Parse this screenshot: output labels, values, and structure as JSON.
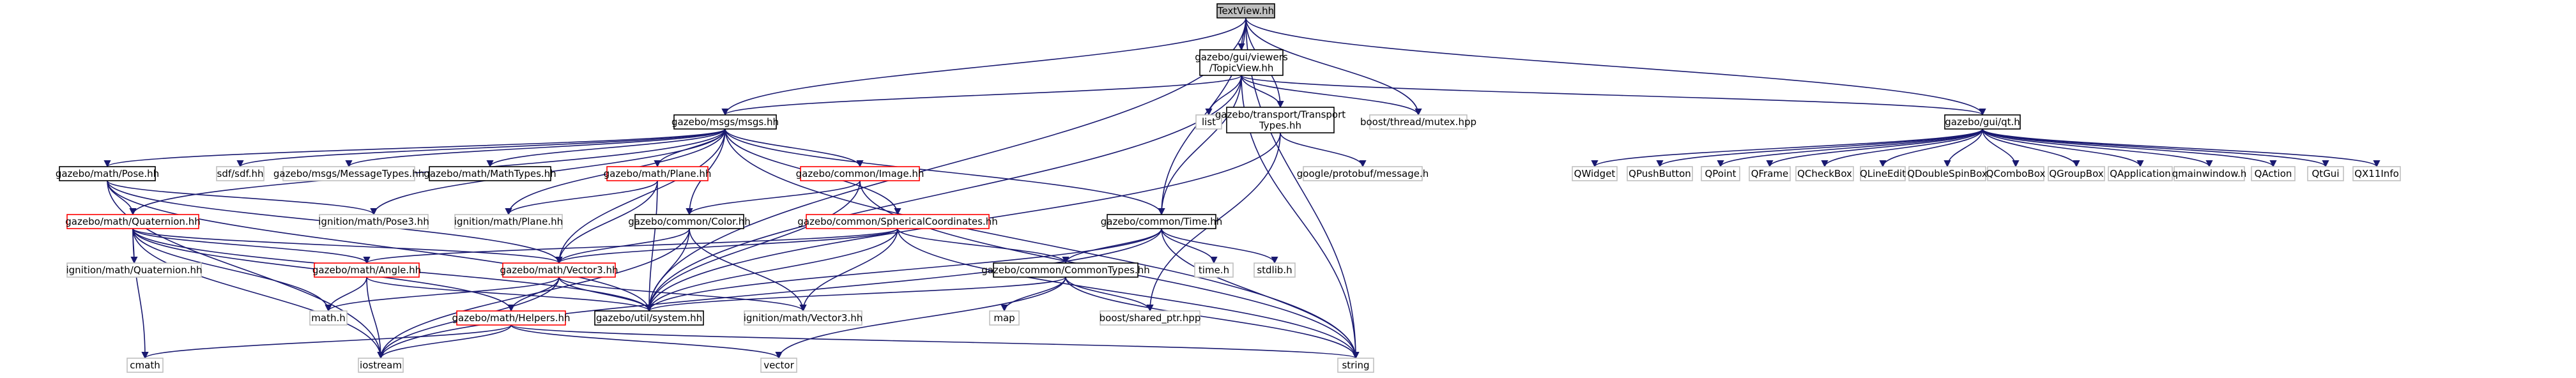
{
  "diagram": {
    "colors": {
      "edge": "#191970",
      "root_fill": "#bfbfbf",
      "linked_border": "#000000",
      "missing_border": "#ff0000",
      "external_border": "#bfbfbf"
    },
    "nodes": [
      {
        "id": "textview",
        "lines": [
          "TextView.hh"
        ],
        "style": "root"
      },
      {
        "id": "topicview",
        "lines": [
          "gazebo/gui/viewers",
          "/TopicView.hh"
        ],
        "style": "black"
      },
      {
        "id": "msgs",
        "lines": [
          "gazebo/msgs/msgs.hh"
        ],
        "style": "black"
      },
      {
        "id": "list",
        "lines": [
          "list"
        ],
        "style": "gray"
      },
      {
        "id": "transport",
        "lines": [
          "gazebo/transport/Transport",
          "Types.hh"
        ],
        "style": "black"
      },
      {
        "id": "mutex",
        "lines": [
          "boost/thread/mutex.hpp"
        ],
        "style": "gray"
      },
      {
        "id": "qt",
        "lines": [
          "gazebo/gui/qt.h"
        ],
        "style": "black"
      },
      {
        "id": "pose",
        "lines": [
          "gazebo/math/Pose.hh"
        ],
        "style": "black"
      },
      {
        "id": "sdf",
        "lines": [
          "sdf/sdf.hh"
        ],
        "style": "gray"
      },
      {
        "id": "messagetypes",
        "lines": [
          "gazebo/msgs/MessageTypes.hh"
        ],
        "style": "gray"
      },
      {
        "id": "mathtypes",
        "lines": [
          "gazebo/math/MathTypes.hh"
        ],
        "style": "black"
      },
      {
        "id": "plane",
        "lines": [
          "gazebo/math/Plane.hh"
        ],
        "style": "red"
      },
      {
        "id": "image",
        "lines": [
          "gazebo/common/Image.hh"
        ],
        "style": "red"
      },
      {
        "id": "protobuf",
        "lines": [
          "google/protobuf/message.h"
        ],
        "style": "gray"
      },
      {
        "id": "qwidget",
        "lines": [
          "QWidget"
        ],
        "style": "gray"
      },
      {
        "id": "qpushbutton",
        "lines": [
          "QPushButton"
        ],
        "style": "gray"
      },
      {
        "id": "qpoint",
        "lines": [
          "QPoint"
        ],
        "style": "gray"
      },
      {
        "id": "qframe",
        "lines": [
          "QFrame"
        ],
        "style": "gray"
      },
      {
        "id": "qcheckbox",
        "lines": [
          "QCheckBox"
        ],
        "style": "gray"
      },
      {
        "id": "qlineedit",
        "lines": [
          "QLineEdit"
        ],
        "style": "gray"
      },
      {
        "id": "qdoublespinbox",
        "lines": [
          "QDoubleSpinBox"
        ],
        "style": "gray"
      },
      {
        "id": "qcombobox",
        "lines": [
          "QComboBox"
        ],
        "style": "gray"
      },
      {
        "id": "qgroupbox",
        "lines": [
          "QGroupBox"
        ],
        "style": "gray"
      },
      {
        "id": "qapplication",
        "lines": [
          "QApplication"
        ],
        "style": "gray"
      },
      {
        "id": "qmainwindow",
        "lines": [
          "qmainwindow.h"
        ],
        "style": "gray"
      },
      {
        "id": "qaction",
        "lines": [
          "QAction"
        ],
        "style": "gray"
      },
      {
        "id": "qtgui",
        "lines": [
          "QtGui"
        ],
        "style": "gray"
      },
      {
        "id": "qx11info",
        "lines": [
          "QX11Info"
        ],
        "style": "gray"
      },
      {
        "id": "quaternion",
        "lines": [
          "gazebo/math/Quaternion.hh"
        ],
        "style": "red"
      },
      {
        "id": "ignpose3",
        "lines": [
          "ignition/math/Pose3.hh"
        ],
        "style": "gray"
      },
      {
        "id": "ignplane",
        "lines": [
          "ignition/math/Plane.hh"
        ],
        "style": "gray"
      },
      {
        "id": "color",
        "lines": [
          "gazebo/common/Color.hh"
        ],
        "style": "black"
      },
      {
        "id": "spherical",
        "lines": [
          "gazebo/common/SphericalCoordinates.hh"
        ],
        "style": "red"
      },
      {
        "id": "time",
        "lines": [
          "gazebo/common/Time.hh"
        ],
        "style": "black"
      },
      {
        "id": "ignquaternion",
        "lines": [
          "ignition/math/Quaternion.hh"
        ],
        "style": "gray"
      },
      {
        "id": "angle",
        "lines": [
          "gazebo/math/Angle.hh"
        ],
        "style": "red"
      },
      {
        "id": "vector3",
        "lines": [
          "gazebo/math/Vector3.hh"
        ],
        "style": "red"
      },
      {
        "id": "commontypes",
        "lines": [
          "gazebo/common/CommonTypes.hh"
        ],
        "style": "black"
      },
      {
        "id": "timeh",
        "lines": [
          "time.h"
        ],
        "style": "gray"
      },
      {
        "id": "stdlib",
        "lines": [
          "stdlib.h"
        ],
        "style": "gray"
      },
      {
        "id": "mathh",
        "lines": [
          "math.h"
        ],
        "style": "gray"
      },
      {
        "id": "system",
        "lines": [
          "gazebo/util/system.hh"
        ],
        "style": "black"
      },
      {
        "id": "ignvector3",
        "lines": [
          "ignition/math/Vector3.hh"
        ],
        "style": "gray"
      },
      {
        "id": "map",
        "lines": [
          "map"
        ],
        "style": "gray"
      },
      {
        "id": "sharedptr",
        "lines": [
          "boost/shared_ptr.hpp"
        ],
        "style": "gray"
      },
      {
        "id": "helpers",
        "lines": [
          "gazebo/math/Helpers.hh"
        ],
        "style": "red"
      },
      {
        "id": "cmath",
        "lines": [
          "cmath"
        ],
        "style": "gray"
      },
      {
        "id": "iostream",
        "lines": [
          "iostream"
        ],
        "style": "gray"
      },
      {
        "id": "vector",
        "lines": [
          "vector"
        ],
        "style": "gray"
      },
      {
        "id": "string",
        "lines": [
          "string"
        ],
        "style": "gray"
      }
    ],
    "edges": [
      [
        "textview",
        "topicview"
      ],
      [
        "textview",
        "msgs"
      ],
      [
        "textview",
        "transport"
      ],
      [
        "textview",
        "mutex"
      ],
      [
        "textview",
        "qt"
      ],
      [
        "textview",
        "time"
      ],
      [
        "textview",
        "system"
      ],
      [
        "textview",
        "string"
      ],
      [
        "topicview",
        "msgs"
      ],
      [
        "topicview",
        "list"
      ],
      [
        "topicview",
        "transport"
      ],
      [
        "topicview",
        "mutex"
      ],
      [
        "topicview",
        "qt"
      ],
      [
        "topicview",
        "time"
      ],
      [
        "topicview",
        "system"
      ],
      [
        "topicview",
        "string"
      ],
      [
        "msgs",
        "pose"
      ],
      [
        "msgs",
        "sdf"
      ],
      [
        "msgs",
        "messagetypes"
      ],
      [
        "msgs",
        "mathtypes"
      ],
      [
        "msgs",
        "plane"
      ],
      [
        "msgs",
        "image"
      ],
      [
        "msgs",
        "color"
      ],
      [
        "msgs",
        "spherical"
      ],
      [
        "msgs",
        "time"
      ],
      [
        "msgs",
        "vector3"
      ],
      [
        "msgs",
        "ignpose3"
      ],
      [
        "msgs",
        "ignplane"
      ],
      [
        "msgs",
        "quaternion"
      ],
      [
        "msgs",
        "string"
      ],
      [
        "transport",
        "protobuf"
      ],
      [
        "transport",
        "sharedptr"
      ],
      [
        "transport",
        "system"
      ],
      [
        "qt",
        "qwidget"
      ],
      [
        "qt",
        "qpushbutton"
      ],
      [
        "qt",
        "qpoint"
      ],
      [
        "qt",
        "qframe"
      ],
      [
        "qt",
        "qcheckbox"
      ],
      [
        "qt",
        "qlineedit"
      ],
      [
        "qt",
        "qdoublespinbox"
      ],
      [
        "qt",
        "qcombobox"
      ],
      [
        "qt",
        "qgroupbox"
      ],
      [
        "qt",
        "qapplication"
      ],
      [
        "qt",
        "qmainwindow"
      ],
      [
        "qt",
        "qaction"
      ],
      [
        "qt",
        "qtgui"
      ],
      [
        "qt",
        "qx11info"
      ],
      [
        "pose",
        "quaternion"
      ],
      [
        "pose",
        "vector3"
      ],
      [
        "pose",
        "ignpose3"
      ],
      [
        "pose",
        "system"
      ],
      [
        "pose",
        "iostream"
      ],
      [
        "plane",
        "vector3"
      ],
      [
        "plane",
        "ignplane"
      ],
      [
        "plane",
        "system"
      ],
      [
        "image",
        "color"
      ],
      [
        "image",
        "string"
      ],
      [
        "image",
        "system"
      ],
      [
        "quaternion",
        "ignquaternion"
      ],
      [
        "quaternion",
        "angle"
      ],
      [
        "quaternion",
        "vector3"
      ],
      [
        "quaternion",
        "mathh"
      ],
      [
        "quaternion",
        "system"
      ],
      [
        "quaternion",
        "helpers"
      ],
      [
        "quaternion",
        "cmath"
      ],
      [
        "quaternion",
        "iostream"
      ],
      [
        "color",
        "vector3"
      ],
      [
        "color",
        "ignvector3"
      ],
      [
        "color",
        "system"
      ],
      [
        "color",
        "iostream"
      ],
      [
        "spherical",
        "angle"
      ],
      [
        "spherical",
        "vector3"
      ],
      [
        "spherical",
        "commontypes"
      ],
      [
        "spherical",
        "ignvector3"
      ],
      [
        "spherical",
        "system"
      ],
      [
        "spherical",
        "string"
      ],
      [
        "time",
        "commontypes"
      ],
      [
        "time",
        "timeh"
      ],
      [
        "time",
        "stdlib"
      ],
      [
        "time",
        "system"
      ],
      [
        "time",
        "iostream"
      ],
      [
        "time",
        "string"
      ],
      [
        "angle",
        "mathh"
      ],
      [
        "angle",
        "iostream"
      ],
      [
        "angle",
        "system"
      ],
      [
        "vector3",
        "helpers"
      ],
      [
        "vector3",
        "ignvector3"
      ],
      [
        "vector3",
        "mathh"
      ],
      [
        "vector3",
        "iostream"
      ],
      [
        "vector3",
        "system"
      ],
      [
        "commontypes",
        "map"
      ],
      [
        "commontypes",
        "sharedptr"
      ],
      [
        "commontypes",
        "vector"
      ],
      [
        "commontypes",
        "string"
      ],
      [
        "commontypes",
        "system"
      ],
      [
        "helpers",
        "cmath"
      ],
      [
        "helpers",
        "iostream"
      ],
      [
        "helpers",
        "vector"
      ],
      [
        "helpers",
        "string"
      ]
    ]
  }
}
